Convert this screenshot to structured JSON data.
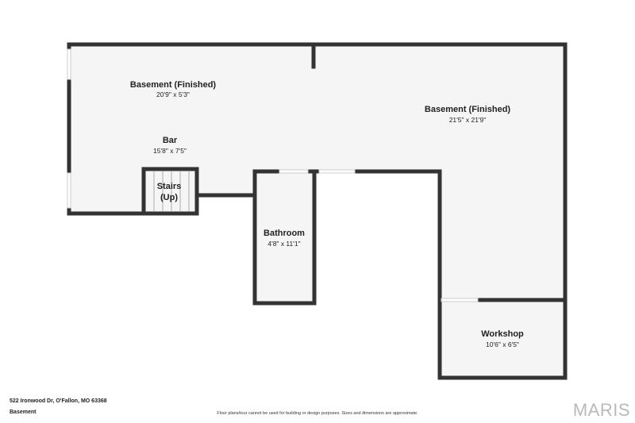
{
  "rooms": [
    {
      "name": "Basement (Finished)",
      "dims": "20'9\" x 5'3\""
    },
    {
      "name": "Basement (Finished)",
      "dims": "21'5\" x 21'9\""
    },
    {
      "name": "Bar",
      "dims": "15'8\" x 7'5\""
    },
    {
      "name_line1": "Stairs",
      "name_line2": "(Up)"
    },
    {
      "name": "Bathroom",
      "dims": "4'8\" x 11'1\""
    },
    {
      "name": "Workshop",
      "dims": "10'6\" x 6'5\""
    }
  ],
  "footer": {
    "address": "522 Ironwood Dr, O'Fallon, MO 63368",
    "level": "Basement",
    "disclaimer": "Floor plans/tour cannot be used for building or design purposes. Sizes and dimensions are approximate.",
    "brand": "MARIS"
  },
  "colors": {
    "wall": "#333333",
    "floor": "#f5f5f5",
    "brand": "#b9b9b9"
  }
}
